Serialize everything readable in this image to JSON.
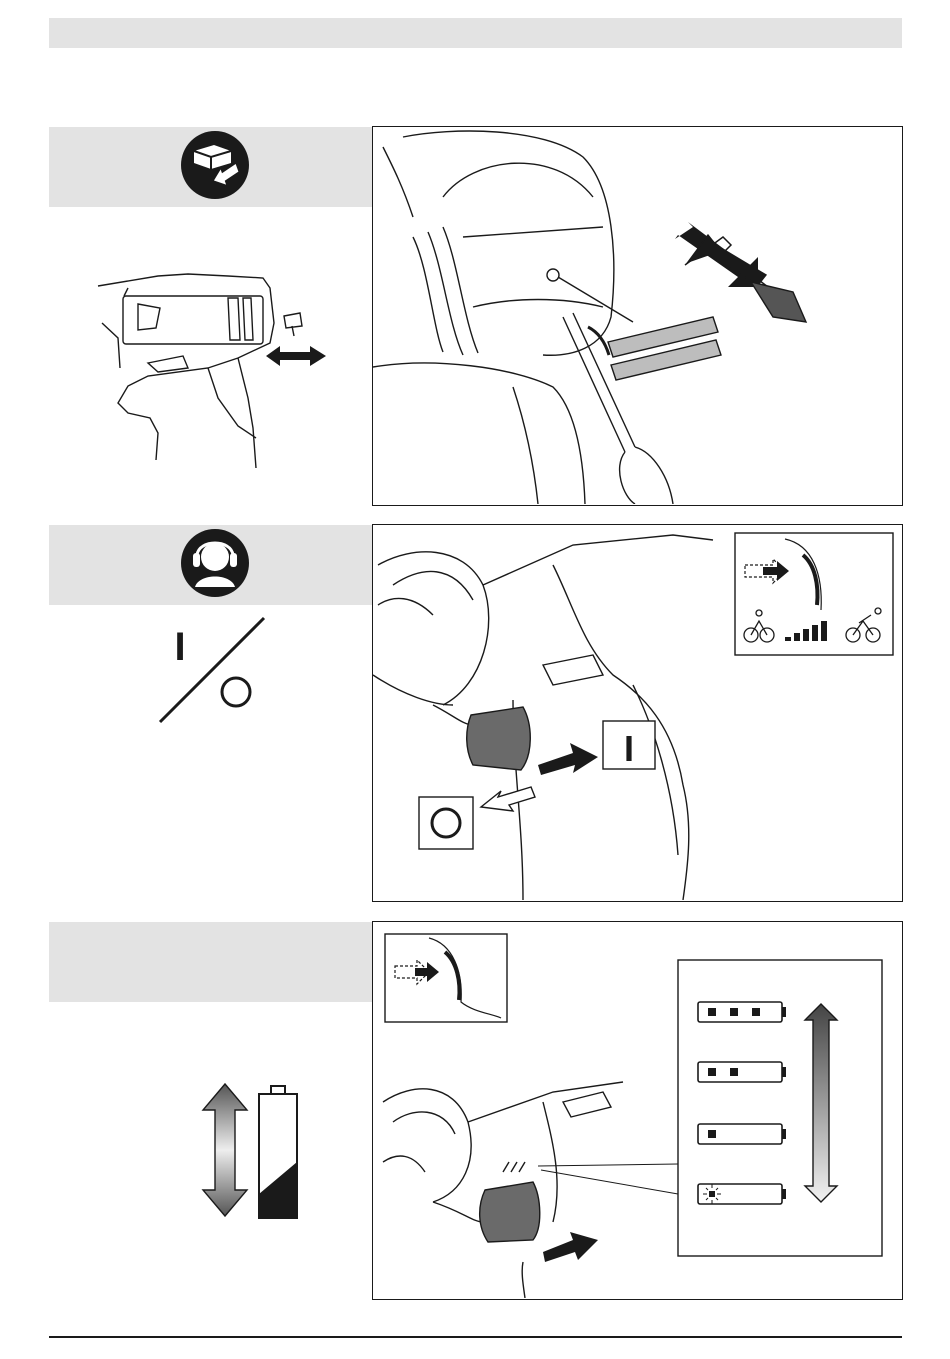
{
  "page": {
    "header_bar": "",
    "sections": [
      {
        "id": "battery-removal",
        "icons": [
          "battery-remove-icon"
        ]
      },
      {
        "id": "on-off-switch",
        "icons": [
          "ear-protection-icon"
        ],
        "switch_on_symbol": "I",
        "switch_off_symbol": "O"
      },
      {
        "id": "battery-level",
        "icons": [
          "battery-charge-indicator-icon"
        ]
      }
    ],
    "colors": {
      "panel_gray": "#e3e3e3",
      "line": "#1a1a1a"
    }
  },
  "diagram": {
    "on_label": "I",
    "off_label": "O",
    "charge_levels": [
      {
        "bars": 3
      },
      {
        "bars": 2
      },
      {
        "bars": 1
      },
      {
        "bars": 0,
        "blinking": true
      }
    ]
  }
}
